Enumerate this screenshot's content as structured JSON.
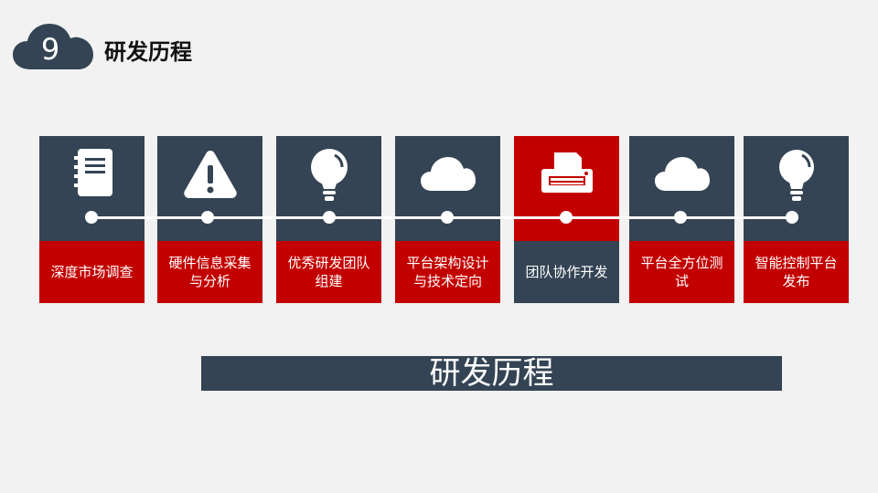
{
  "header": {
    "number": "9",
    "title": "研发历程"
  },
  "steps": [
    {
      "label": "深度市场调查",
      "icon": "notebook-icon",
      "top_color": "#344454",
      "bottom_color": "#c30000"
    },
    {
      "label": "硬件信息采集与分析",
      "icon": "warning-icon",
      "top_color": "#344454",
      "bottom_color": "#c30000"
    },
    {
      "label": "优秀研发团队组建",
      "icon": "lightbulb-icon",
      "top_color": "#344454",
      "bottom_color": "#c30000"
    },
    {
      "label": "平台架构设计与技术定向",
      "icon": "cloud-icon",
      "top_color": "#344454",
      "bottom_color": "#c30000"
    },
    {
      "label": "团队协作开发",
      "icon": "printer-icon",
      "top_color": "#c30000",
      "bottom_color": "#344454"
    },
    {
      "label": "平台全方位测试",
      "icon": "cloud-icon",
      "top_color": "#344454",
      "bottom_color": "#c30000"
    },
    {
      "label": "智能控制平台发布",
      "icon": "lightbulb-icon",
      "top_color": "#344454",
      "bottom_color": "#c30000"
    }
  ],
  "banner": {
    "text": "研发历程"
  },
  "colors": {
    "navy": "#344454",
    "red": "#c30000",
    "background": "#f2f2f2"
  }
}
